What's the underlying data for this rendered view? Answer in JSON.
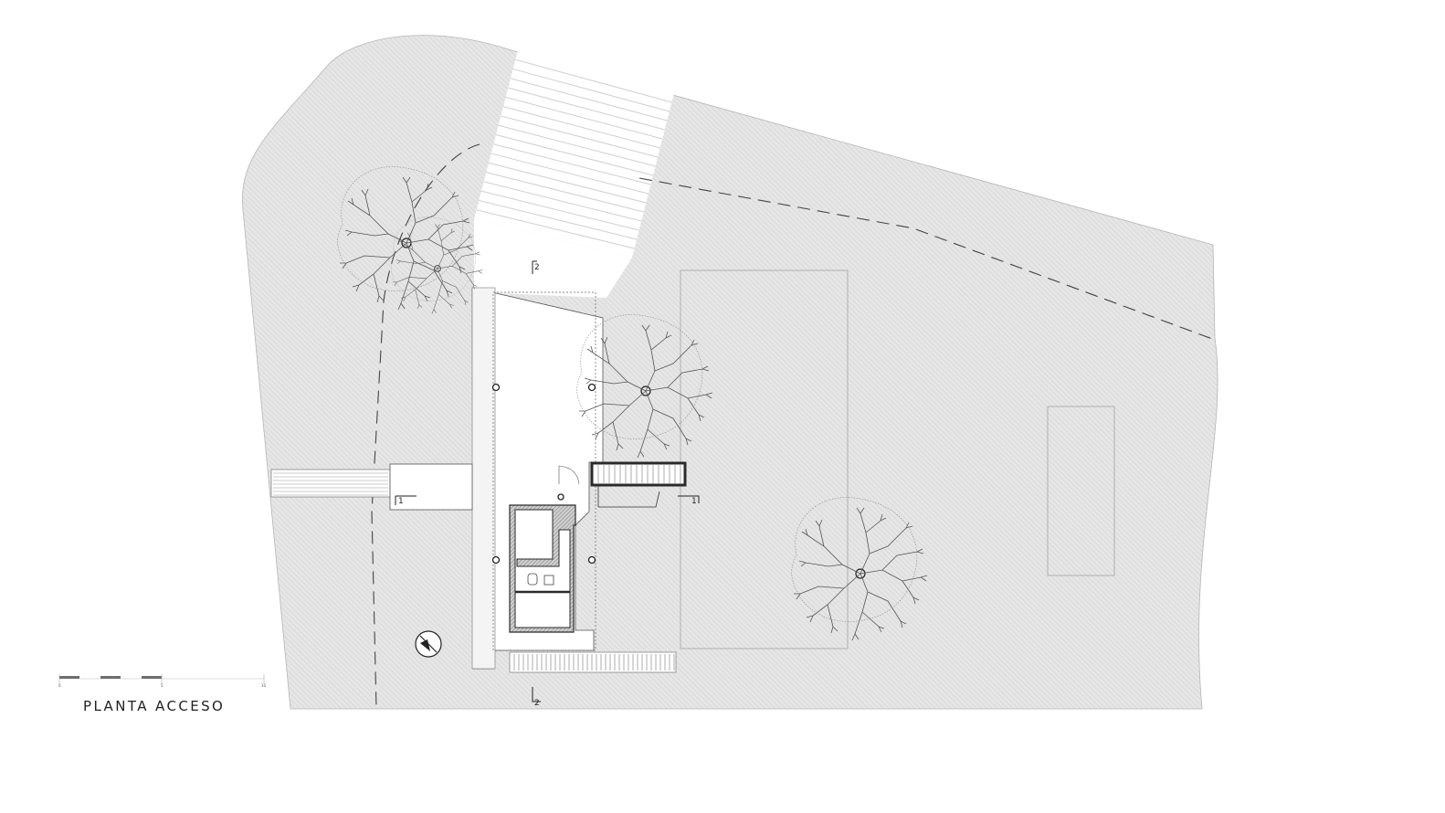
{
  "drawing": {
    "title": "PLANTA ACCESO",
    "scale_bar_labels": [
      "0",
      "5",
      "10"
    ]
  },
  "section_marks": [
    {
      "id": "section-2-top",
      "label": "2"
    },
    {
      "id": "section-2-bottom",
      "label": "2"
    },
    {
      "id": "section-1-left",
      "label": "1"
    },
    {
      "id": "section-1-right",
      "label": "1"
    }
  ],
  "colors": {
    "site_fill": "#e4e4e4",
    "hatch": "#cfcfcf",
    "line": "#222222",
    "wall": "#2a2a2a",
    "wall_hatch": "#9a9a9a",
    "background": "#ffffff"
  }
}
